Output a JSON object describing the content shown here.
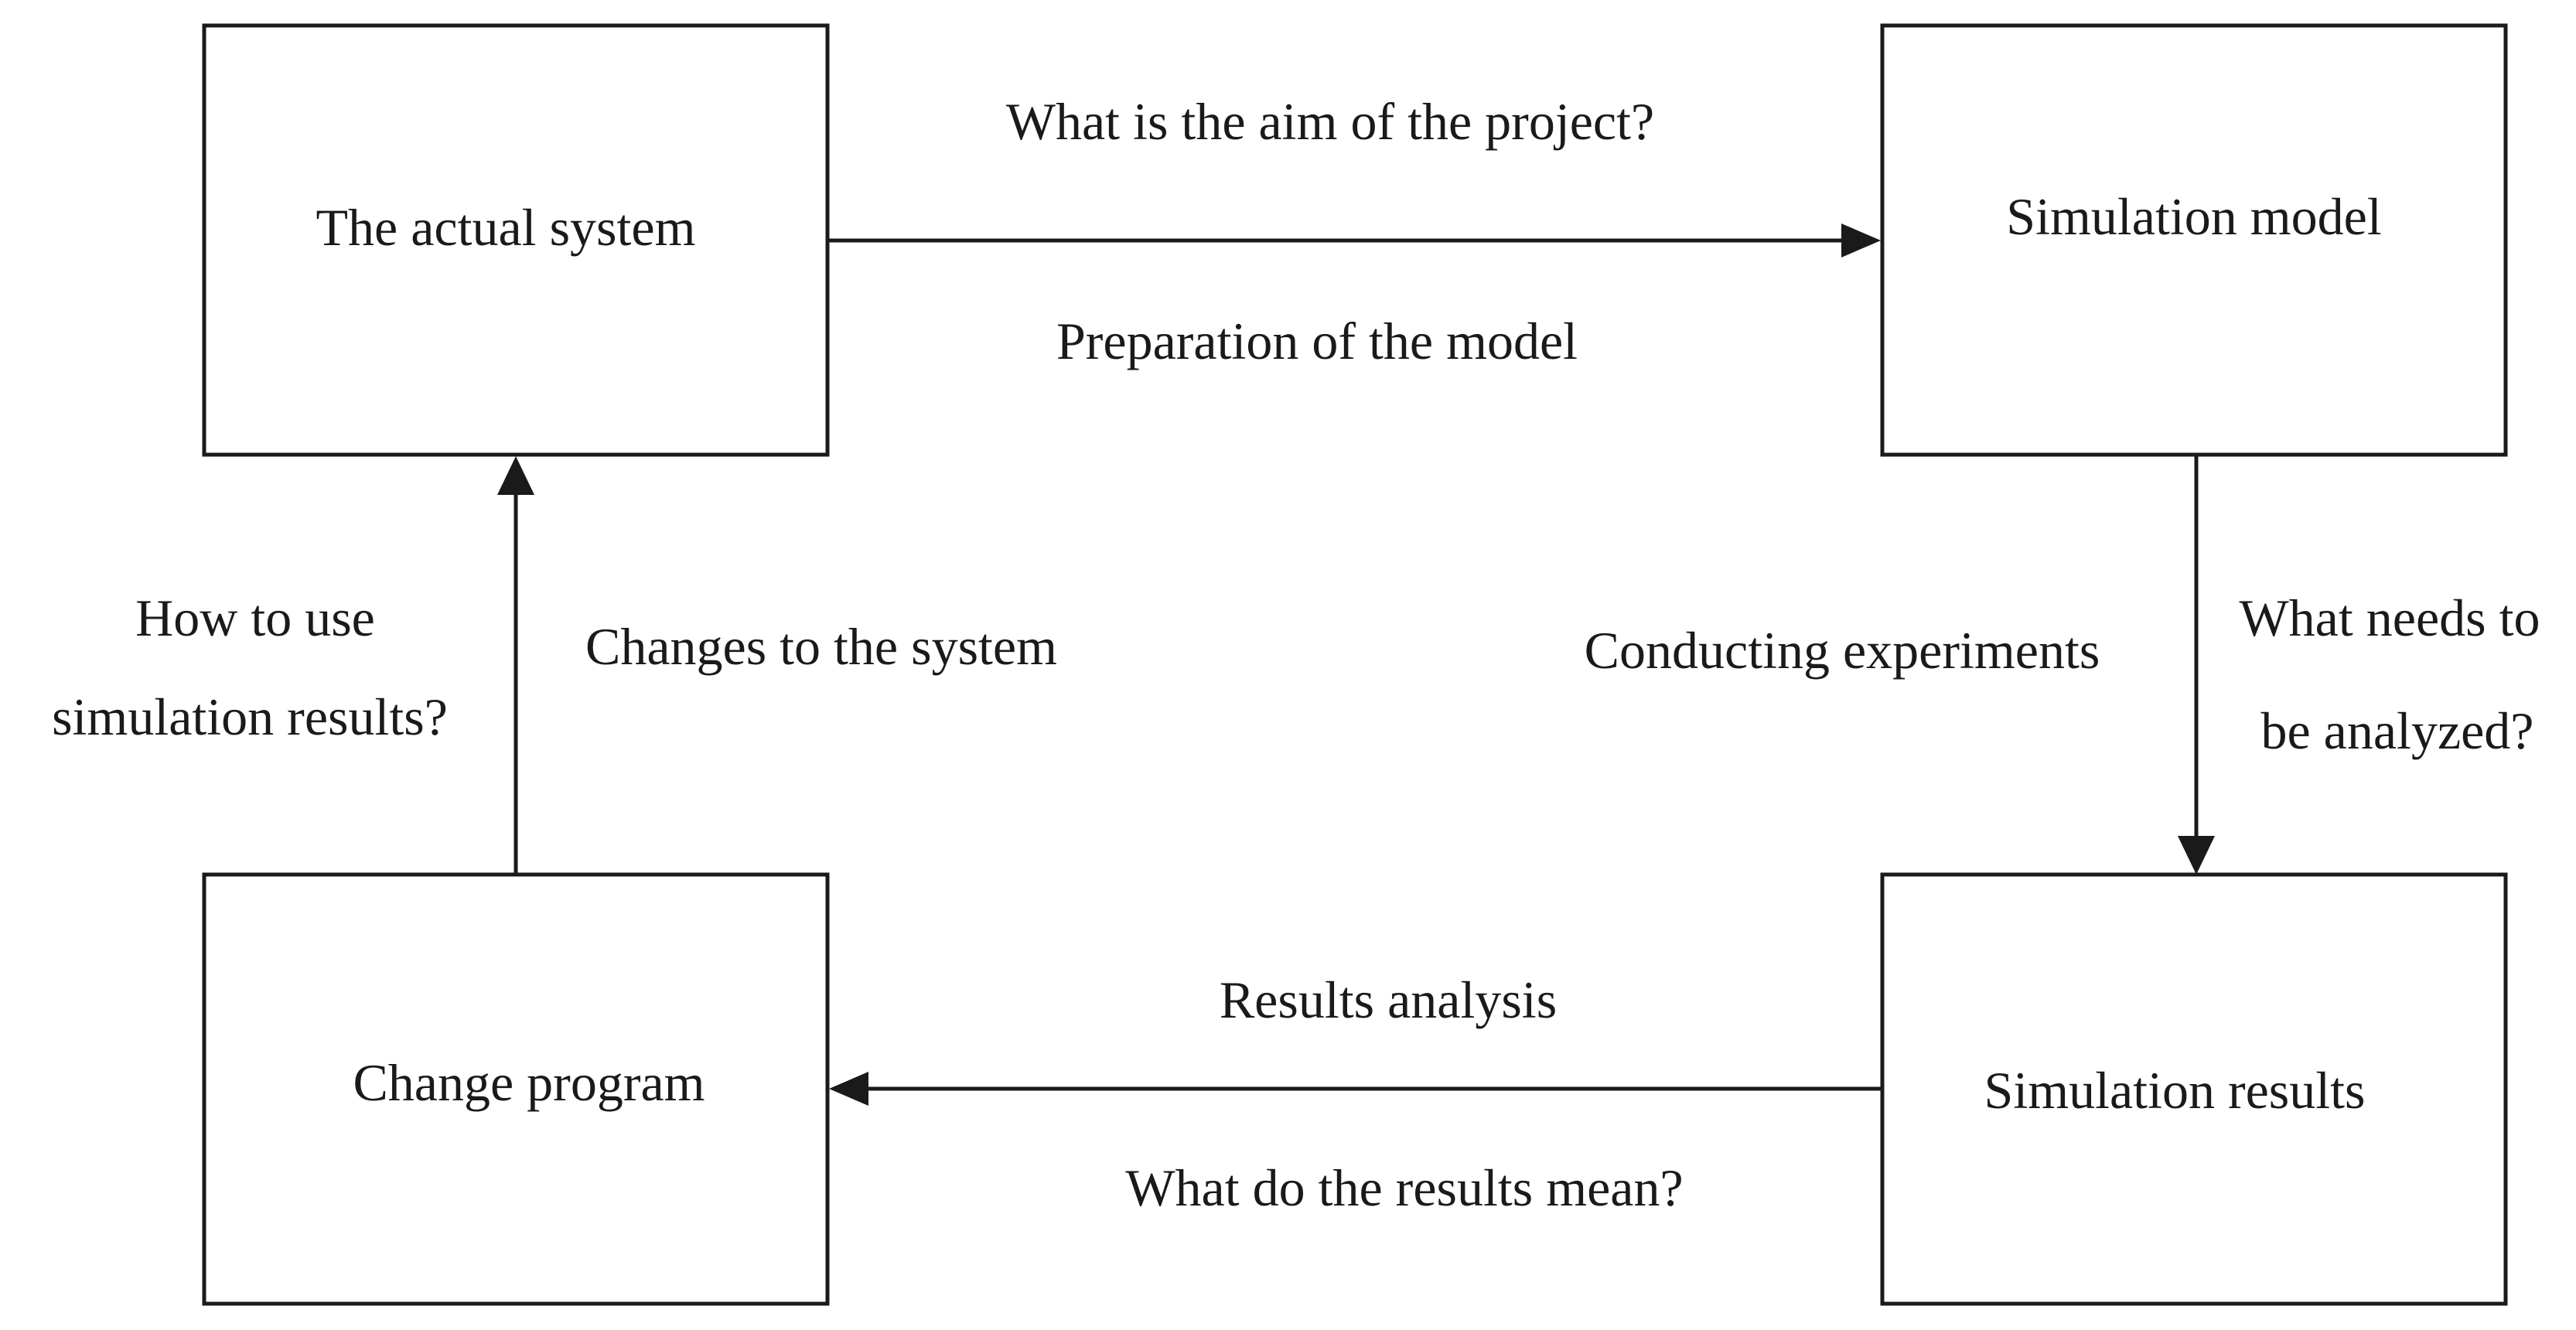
{
  "boxes": {
    "actual_system": "The actual system",
    "simulation_model": "Simulation model",
    "simulation_results": "Simulation results",
    "change_program": "Change program"
  },
  "edges": {
    "top": {
      "question": "What is the aim of the project?",
      "action": "Preparation of the model"
    },
    "right": {
      "action": "Conducting experiments",
      "question_line1": "What needs to",
      "question_line2": "be analyzed?"
    },
    "bottom": {
      "action": "Results analysis",
      "question": "What do the results mean?"
    },
    "left": {
      "question_line1": "How to use",
      "question_line2": "simulation results?",
      "action": "Changes to the system"
    }
  },
  "colors": {
    "stroke": "#1a1a1a",
    "background": "#ffffff"
  }
}
